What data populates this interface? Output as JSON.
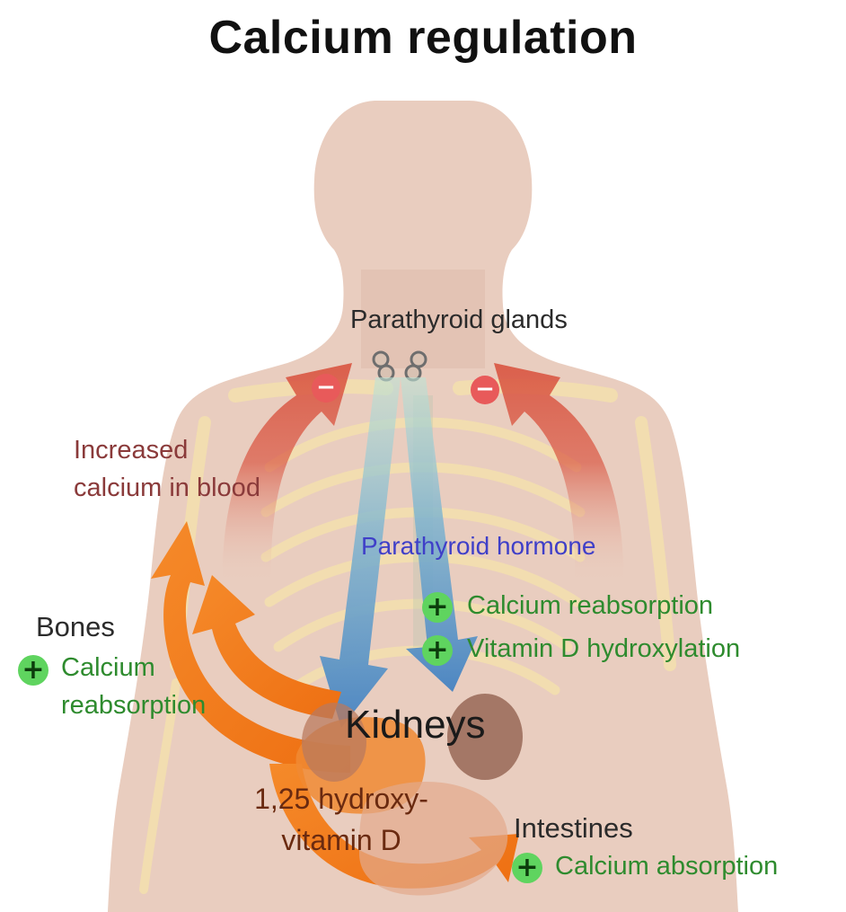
{
  "title": "Calcium regulation",
  "labels": {
    "parathyroid_glands": "Parathyroid glands",
    "increased_calcium_line1": "Increased",
    "increased_calcium_line2": "calcium in blood",
    "parathyroid_hormone": "Parathyroid hormone",
    "kidney_calcium_reabsorption": "Calcium reabsorption",
    "vitamin_d_hydroxylation": "Vitamin D hydroxylation",
    "bones": "Bones",
    "bones_calcium_line1": "Calcium",
    "bones_calcium_line2": "reabsorption",
    "kidneys": "Kidneys",
    "vitamin_d_line1": "1,25 hydroxy-",
    "vitamin_d_line2": "vitamin D",
    "intestines": "Intestines",
    "calcium_absorption": "Calcium absorption"
  },
  "signs": {
    "plus": "+",
    "minus": "−"
  },
  "colors": {
    "skin": "#e9cdbf",
    "skin_shade": "#dfbcab",
    "bone": "#f2ddb0",
    "red_arrow": "#d9533f",
    "blue_arrow": "#4d86c2",
    "orange_arrow": "#f07a1e",
    "green_text": "#2e8b2e",
    "hormone_text": "#3f3fc8",
    "increased_text": "#8a3a3a",
    "vitamin_text": "#6a2a10"
  }
}
